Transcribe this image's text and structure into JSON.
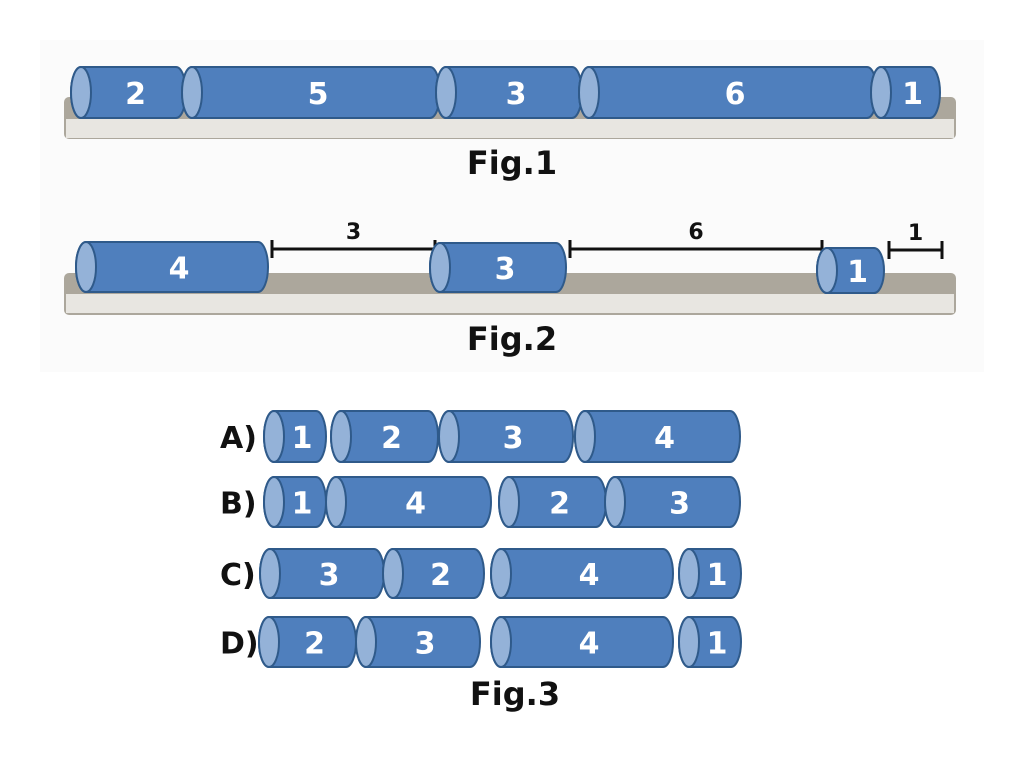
{
  "colors": {
    "cylinder_fill": "#4f7fbd",
    "cylinder_stroke": "#2f5a8a",
    "cylinder_cap": "#94b2d8",
    "track_top": "#aca79c",
    "track_front": "#e8e6e1",
    "track_edge": "#9a958a",
    "dimension_line": "#111111"
  },
  "fig1": {
    "caption": "Fig.1",
    "cylinders": [
      {
        "label": "2",
        "length": 2
      },
      {
        "label": "5",
        "length": 5
      },
      {
        "label": "3",
        "length": 3
      },
      {
        "label": "6",
        "length": 6
      },
      {
        "label": "1",
        "length": 1
      }
    ]
  },
  "fig2": {
    "caption": "Fig.2",
    "items": [
      {
        "kind": "cylinder",
        "label": "4"
      },
      {
        "kind": "gap",
        "label": "3"
      },
      {
        "kind": "cylinder",
        "label": "3"
      },
      {
        "kind": "gap",
        "label": "6"
      },
      {
        "kind": "cylinder",
        "label": "1"
      },
      {
        "kind": "gap",
        "label": "1"
      }
    ]
  },
  "fig3": {
    "caption": "Fig.3",
    "options": [
      {
        "label": "A)",
        "cylinders": [
          "1",
          "2",
          "3",
          "4"
        ]
      },
      {
        "label": "B)",
        "cylinders": [
          "1",
          "4",
          "2",
          "3"
        ]
      },
      {
        "label": "C)",
        "cylinders": [
          "3",
          "2",
          "4",
          "1"
        ]
      },
      {
        "label": "D)",
        "cylinders": [
          "2",
          "3",
          "4",
          "1"
        ]
      }
    ]
  }
}
